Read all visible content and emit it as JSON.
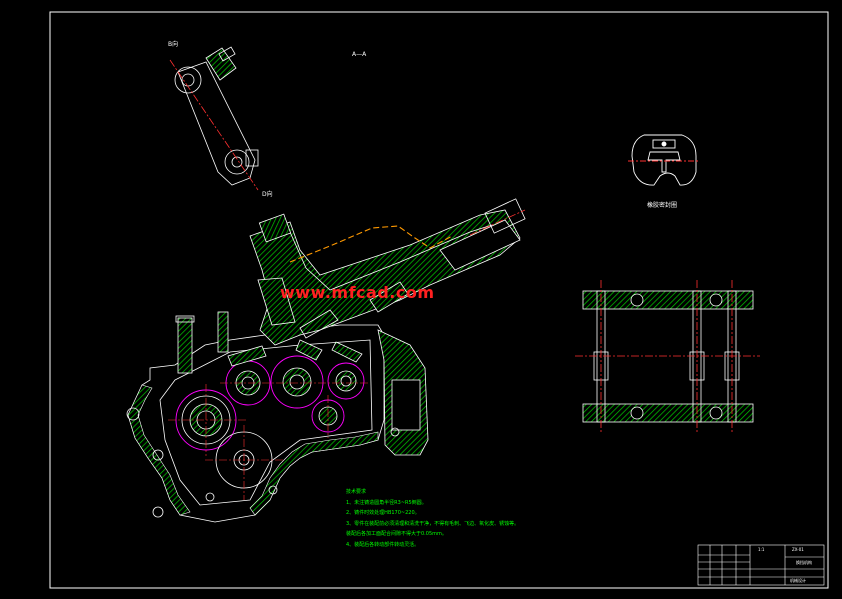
{
  "labels": {
    "section": "A—A",
    "view_b": "B向",
    "view_d": "D向",
    "seal_caption": "橡胶密封圈"
  },
  "watermark": "www.mfcad.com",
  "technical_notes": {
    "title": "技术要求",
    "items": [
      "1、未注铸造圆角半径R3~R5倒圆。",
      "2、铸件时效处理HB170~220。",
      "3、零件在装配前必须清理和清洗干净，不得有毛刺、飞边、氧化皮、锈蚀等。",
      "装配后各加工面配合间隙不得大于0.05mm。",
      "4、装配后各转动部件转动灵活。"
    ]
  },
  "title_block": {
    "scale": "1:1",
    "drawing_no": "ZX-01",
    "name": "换挡机构",
    "company": "机械设计"
  },
  "colors": {
    "background": "#000000",
    "frame": "#ffffff",
    "hatch": "#00ff00",
    "center": "#ff3030",
    "gear": "#ff00ff",
    "outline": "#ffffff",
    "hidden": "#ffff00",
    "watermark": "#ff2020"
  }
}
